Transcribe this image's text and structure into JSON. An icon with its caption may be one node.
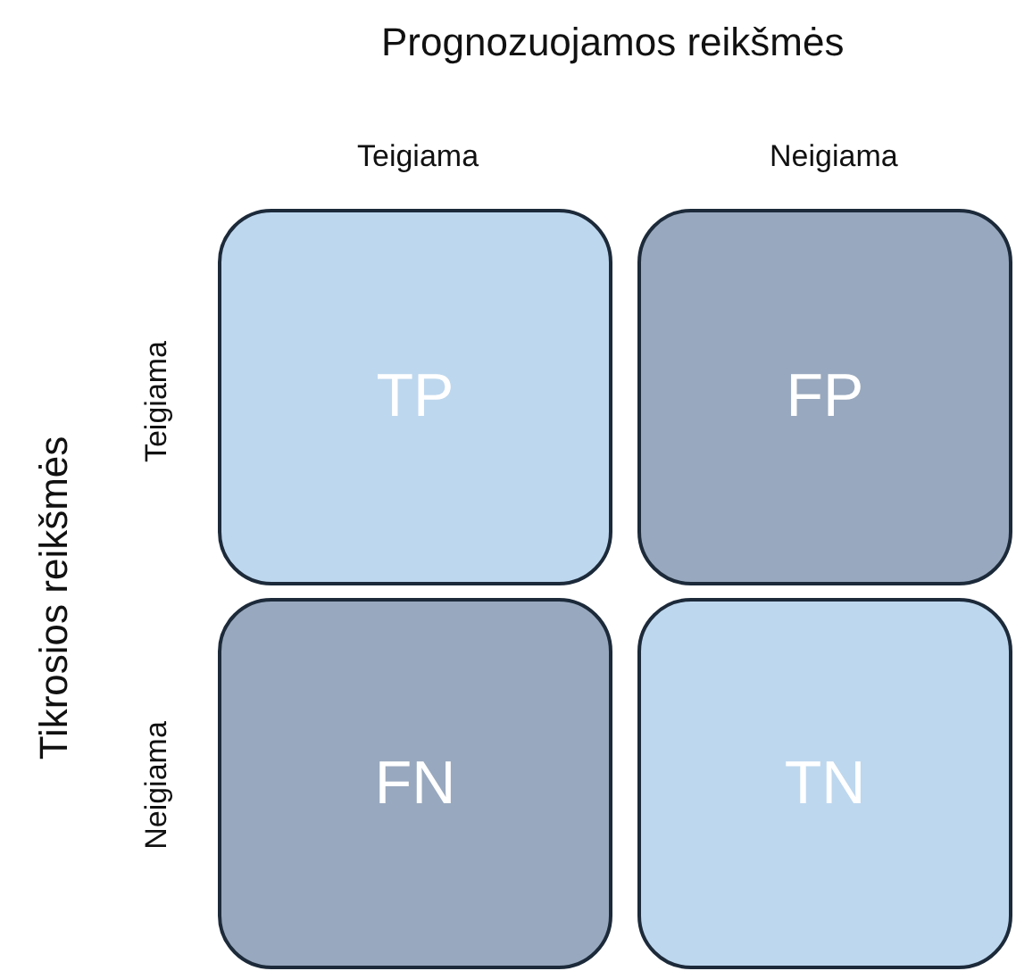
{
  "diagram": {
    "nodes": [
      {
        "text": [
          "TP"
        ]
      },
      {
        "text": [
          "FP"
        ]
      },
      {
        "text": [
          "FN"
        ]
      },
      {
        "text": [
          "TN"
        ]
      }
    ],
    "labels": [
      "Prognozuojamos reikšmės",
      "Teigiama",
      "Neigiama",
      "Tikrosios reikšmės",
      "Teigiama",
      "Neigiama"
    ]
  }
}
